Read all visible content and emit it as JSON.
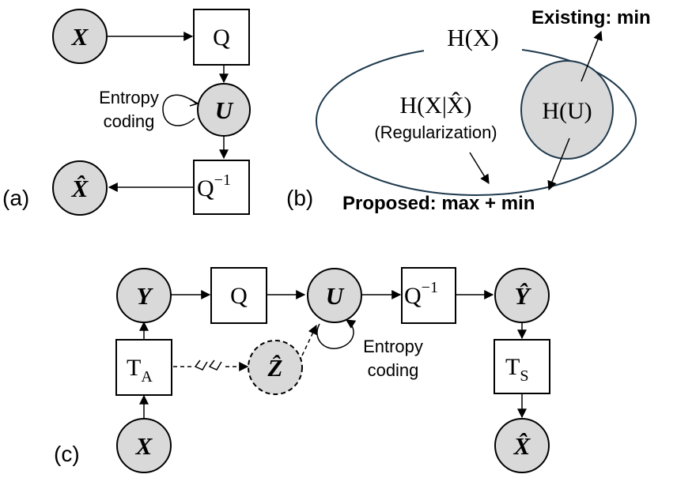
{
  "colors": {
    "node_fill": "#d9d9d9",
    "stroke": "#000000",
    "ellipse_stroke": "#1f3a4d"
  },
  "panel_a": {
    "label": "(a)",
    "node_x": "X",
    "quantizer": "Q",
    "node_u": "U",
    "entropy_line1": "Entropy",
    "entropy_line2": "coding",
    "dequantizer": "Q",
    "dequantizer_sup": "−1",
    "node_xhat": "X̂"
  },
  "panel_b": {
    "label": "(b)",
    "hx": "H(X)",
    "hx_given": "H(X|X̂)",
    "regularization": "(Regularization)",
    "hu": "H(U)",
    "existing": "Existing: min",
    "proposed": "Proposed: max + min"
  },
  "panel_c": {
    "label": "(c)",
    "node_y": "Y",
    "quantizer": "Q",
    "node_u": "U",
    "dequantizer": "Q",
    "dequantizer_sup": "−1",
    "node_yhat": "Ŷ",
    "ta": "T",
    "ta_sub": "A",
    "node_zhat": "Ẑ",
    "entropy_line1": "Entropy",
    "entropy_line2": "coding",
    "ts": "T",
    "ts_sub": "S",
    "node_x": "X",
    "node_xhat": "X̂"
  }
}
